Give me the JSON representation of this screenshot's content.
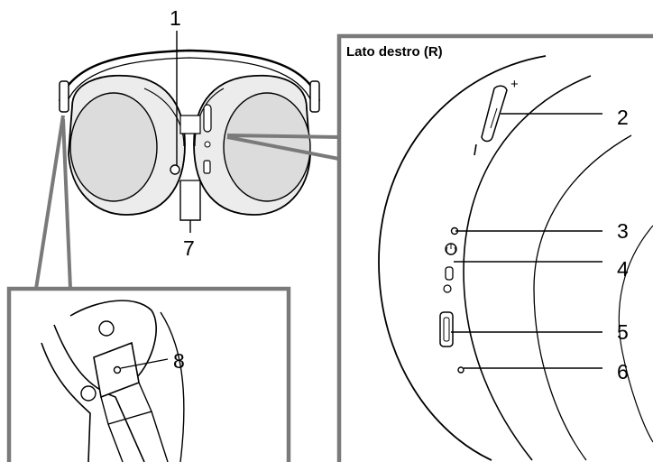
{
  "panel_title": "Lato destro (R)",
  "callouts": {
    "c1": "1",
    "c2": "2",
    "c3": "3",
    "c4": "4",
    "c5": "5",
    "c6": "6",
    "c7": "7",
    "c8": "8"
  },
  "colors": {
    "line": "#000000",
    "frame_gray": "#7a7a7a",
    "cushion_fill": "#ececec",
    "driver_fill": "#dcdcdc",
    "background": "#ffffff"
  }
}
